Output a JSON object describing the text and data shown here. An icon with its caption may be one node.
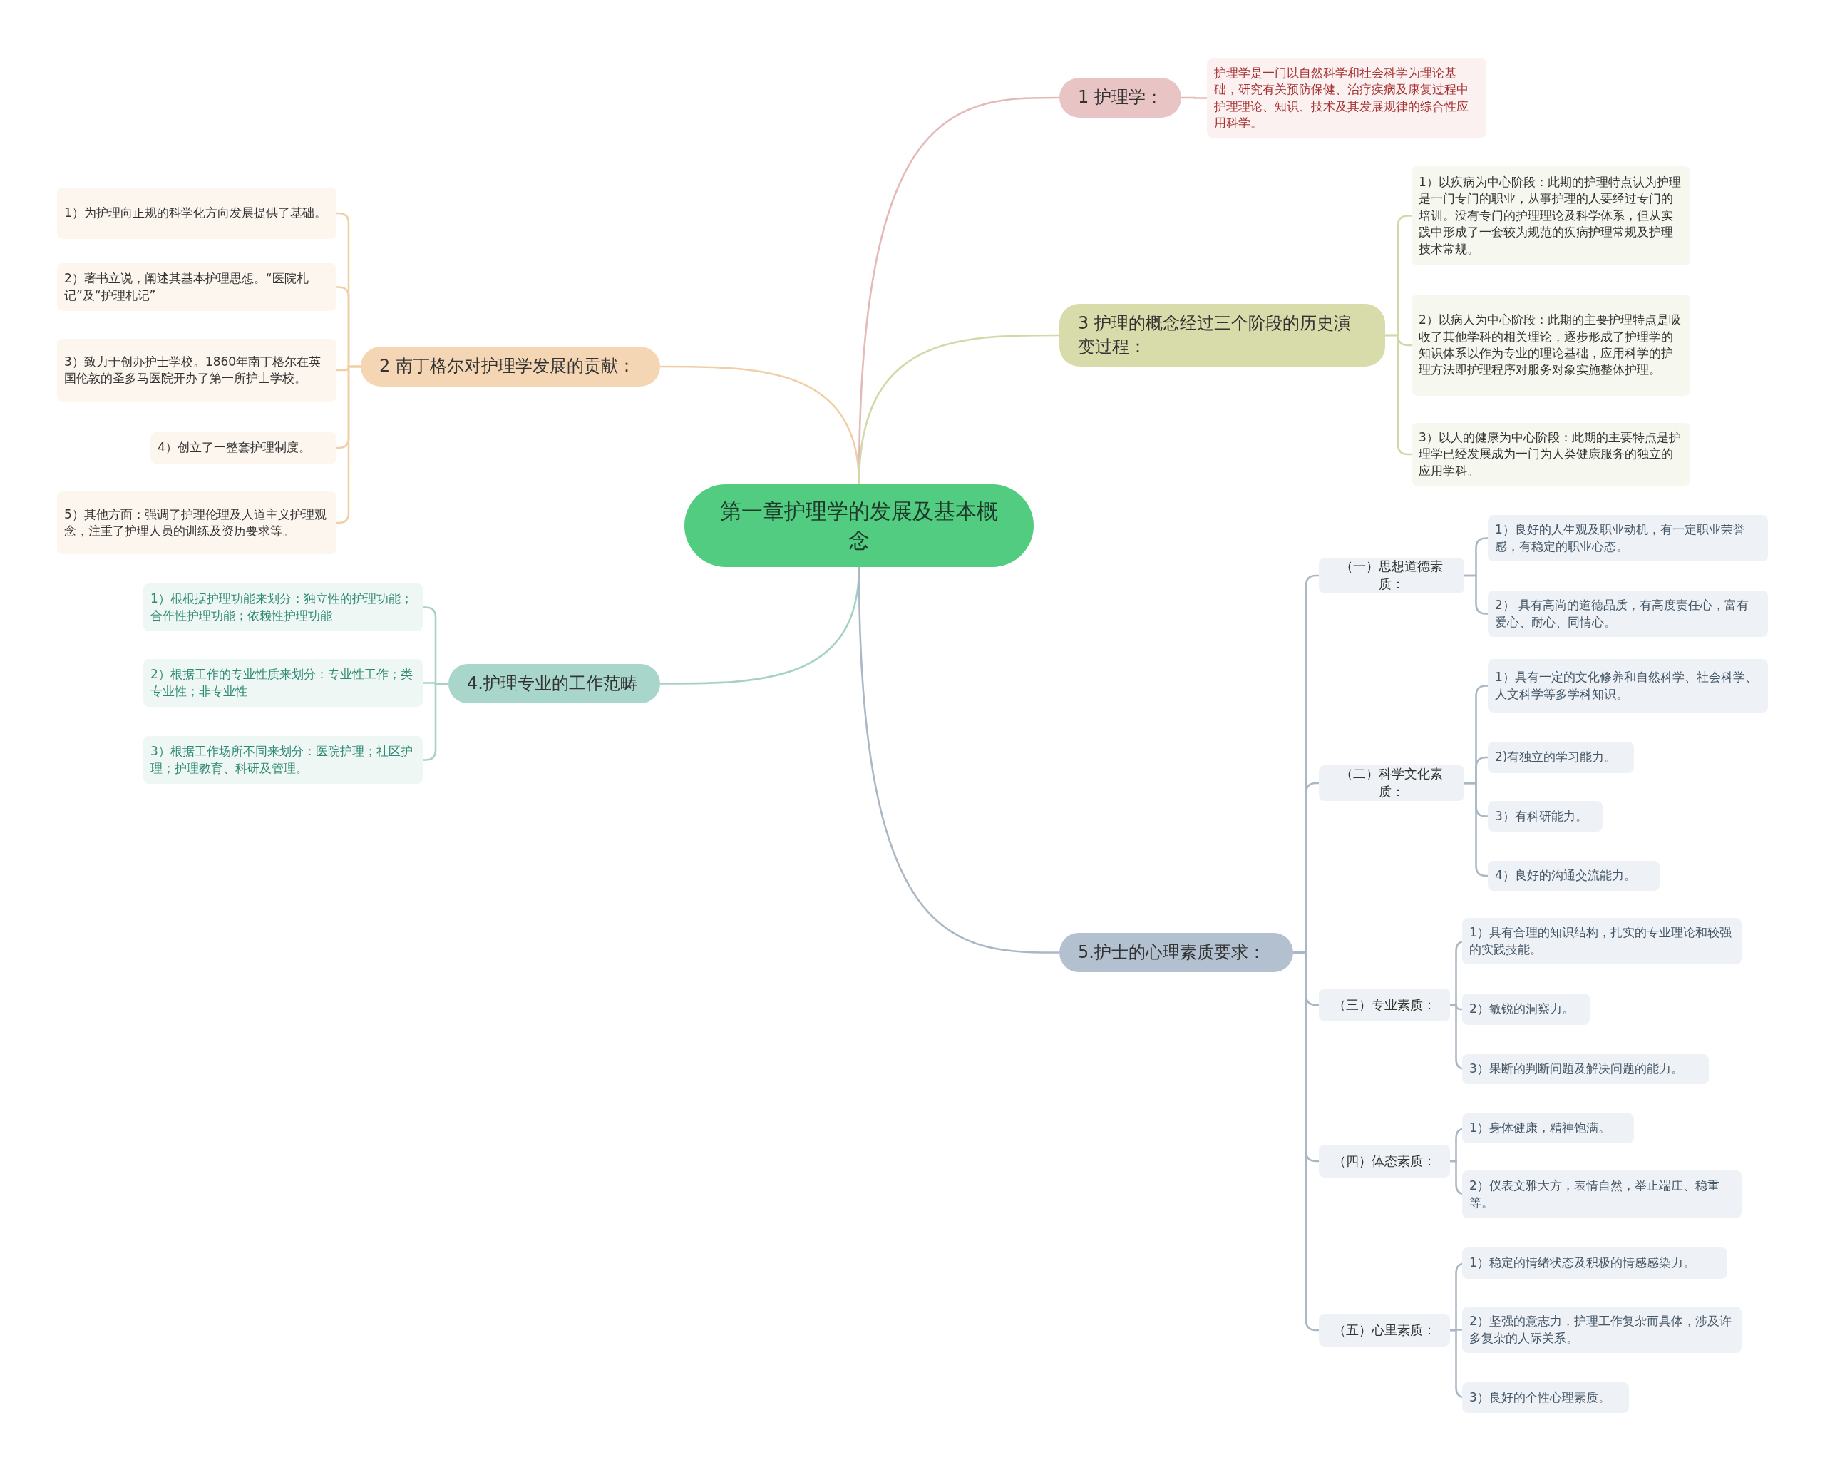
{
  "diagram": {
    "nodes": [
      {
        "text": [
          "第一章护理学的发展及基本概念"
        ]
      },
      {
        "text": [
          "1 护理学："
        ]
      },
      {
        "text": [
          "护理学是一门以自然科学和社会科学为理论基础，研究有关预防保健、治疗疾病及康复过程中护理理论、知识、技术及其发展规律的综合性应用科学。"
        ]
      },
      {
        "text": [
          "2 南丁格尔对护理学发展的贡献："
        ]
      },
      {
        "text": [
          "1）为护理向正规的科学化方向发展提供了基础。"
        ]
      },
      {
        "text": [
          "2）著书立说，阐述其基本护理思想。“医院札记”及“护理札记”"
        ]
      },
      {
        "text": [
          "3）致力于创办护士学校。1860年南丁格尔在英国伦敦的圣多马医院开办了第一所护士学校。"
        ]
      },
      {
        "text": [
          "4）创立了一整套护理制度。"
        ]
      },
      {
        "text": [
          "5）其他方面：强调了护理伦理及人道主义护理观念，注重了护理人员的训练及资历要求等。"
        ]
      },
      {
        "text": [
          "3 护理的概念经过三个阶段的历史演变过程："
        ]
      },
      {
        "text": [
          "1）以疾病为中心阶段：此期的护理特点认为护理是一门专门的职业，从事护理的人要经过专门的培训。没有专门的护理理论及科学体系，但从实践中形成了一套较为规范的疾病护理常规及护理技术常规。"
        ]
      },
      {
        "text": [
          "2）以病人为中心阶段：此期的主要护理特点是吸收了其他学科的相关理论，逐步形成了护理学的知识体系以作为专业的理论基础，应用科学的护理方法即护理程序对服务对象实施整体护理。"
        ]
      },
      {
        "text": [
          "3）以人的健康为中心阶段：此期的主要特点是护理学已经发展成为一门为人类健康服务的独立的应用学科。"
        ]
      },
      {
        "text": [
          "4.护理专业的工作范畴"
        ]
      },
      {
        "text": [
          "1）根根据护理功能来划分：独立性的护理功能；合作性护理功能；依赖性护理功能"
        ]
      },
      {
        "text": [
          "2）根据工作的专业性质来划分：专业性工作；类专业性；非专业性"
        ]
      },
      {
        "text": [
          "3）根据工作场所不同来划分：医院护理；社区护理；护理教育、科研及管理。"
        ]
      },
      {
        "text": [
          "5.护士的心理素质要求："
        ]
      },
      {
        "text": [
          "（一）思想道德素质："
        ]
      },
      {
        "text": [
          "1）良好的人生观及职业动机，有一定职业荣誉感，有稳定的职业心态。"
        ]
      },
      {
        "text": [
          "2） 具有高尚的道德品质，有高度责任心，富有爱心、耐心、同情心。"
        ]
      },
      {
        "text": [
          "（二）科学文化素质："
        ]
      },
      {
        "text": [
          "1）具有一定的文化修养和自然科学、社会科学、人文科学等多学科知识。"
        ]
      },
      {
        "text": [
          "2)有独立的学习能力。"
        ]
      },
      {
        "text": [
          "3）有科研能力。"
        ]
      },
      {
        "text": [
          "4）良好的沟通交流能力。"
        ]
      },
      {
        "text": [
          "（三）专业素质："
        ]
      },
      {
        "text": [
          "1）具有合理的知识结构，扎实的专业理论和较强的实践技能。"
        ]
      },
      {
        "text": [
          "2）敏锐的洞察力。"
        ]
      },
      {
        "text": [
          "3）果断的判断问题及解决问题的能力。"
        ]
      },
      {
        "text": [
          "（四）体态素质："
        ]
      },
      {
        "text": [
          "1）身体健康，精神饱满。"
        ]
      },
      {
        "text": [
          "2）仪表文雅大方，表情自然，举止端庄、稳重等。"
        ]
      },
      {
        "text": [
          "（五）心里素质："
        ]
      },
      {
        "text": [
          "1）稳定的情绪状态及积极的情感感染力。"
        ]
      },
      {
        "text": [
          "2）坚强的意志力，护理工作复杂而具体，涉及许多复杂的人际关系。"
        ]
      },
      {
        "text": [
          "3）良好的个性心理素质。"
        ]
      }
    ],
    "edges": [
      {
        "from": 0,
        "to": 1,
        "arrow": "none",
        "color": "#e4b9b9"
      },
      {
        "from": 1,
        "to": 2,
        "arrow": "none",
        "color": "#e4b9b9"
      },
      {
        "from": 0,
        "to": 3,
        "arrow": "none",
        "color": "#f0cfa6"
      },
      {
        "from": 3,
        "to": 4,
        "arrow": "none",
        "color": "#f0cfa6"
      },
      {
        "from": 3,
        "to": 5,
        "arrow": "none",
        "color": "#f0cfa6"
      },
      {
        "from": 3,
        "to": 6,
        "arrow": "none",
        "color": "#f0cfa6"
      },
      {
        "from": 3,
        "to": 7,
        "arrow": "none",
        "color": "#f0cfa6"
      },
      {
        "from": 3,
        "to": 8,
        "arrow": "none",
        "color": "#f0cfa6"
      },
      {
        "from": 0,
        "to": 9,
        "arrow": "none",
        "color": "#d2d8a6"
      },
      {
        "from": 9,
        "to": 10,
        "arrow": "none",
        "color": "#d2d8a6"
      },
      {
        "from": 9,
        "to": 11,
        "arrow": "none",
        "color": "#d2d8a6"
      },
      {
        "from": 9,
        "to": 12,
        "arrow": "none",
        "color": "#d2d8a6"
      },
      {
        "from": 0,
        "to": 13,
        "arrow": "none",
        "color": "#a6d2c6"
      },
      {
        "from": 13,
        "to": 14,
        "arrow": "none",
        "color": "#a6d2c6"
      },
      {
        "from": 13,
        "to": 15,
        "arrow": "none",
        "color": "#a6d2c6"
      },
      {
        "from": 13,
        "to": 16,
        "arrow": "none",
        "color": "#a6d2c6"
      },
      {
        "from": 0,
        "to": 17,
        "arrow": "none"
      },
      {
        "from": 17,
        "to": 18,
        "arrow": "none"
      },
      {
        "from": 18,
        "to": 19,
        "arrow": "none"
      },
      {
        "from": 18,
        "to": 20,
        "arrow": "none"
      },
      {
        "from": 17,
        "to": 21,
        "arrow": "none"
      },
      {
        "from": 21,
        "to": 22,
        "arrow": "none"
      },
      {
        "from": 21,
        "to": 23,
        "arrow": "none"
      },
      {
        "from": 21,
        "to": 24,
        "arrow": "none"
      },
      {
        "from": 21,
        "to": 25,
        "arrow": "none"
      },
      {
        "from": 17,
        "to": 26,
        "arrow": "none"
      },
      {
        "from": 26,
        "to": 27,
        "arrow": "none"
      },
      {
        "from": 26,
        "to": 28,
        "arrow": "none"
      },
      {
        "from": 26,
        "to": 29,
        "arrow": "none"
      },
      {
        "from": 17,
        "to": 30,
        "arrow": "none"
      },
      {
        "from": 30,
        "to": 31,
        "arrow": "none"
      },
      {
        "from": 30,
        "to": 32,
        "arrow": "none"
      },
      {
        "from": 17,
        "to": 33,
        "arrow": "none"
      },
      {
        "from": 33,
        "to": 34,
        "arrow": "none"
      },
      {
        "from": 33,
        "to": 35,
        "arrow": "none"
      },
      {
        "from": 33,
        "to": 36,
        "arrow": "none"
      }
    ]
  }
}
